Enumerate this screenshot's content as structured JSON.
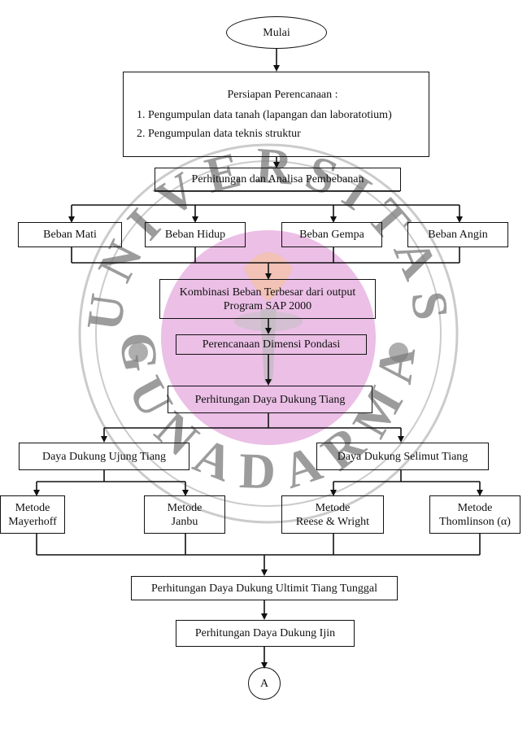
{
  "start": "Mulai",
  "persiapan": {
    "title": "Persiapan Perencanaan :",
    "items": [
      "1. Pengumpulan data tanah (lapangan dan laboratotium)",
      "2. Pengumpulan data teknis struktur"
    ]
  },
  "pembebanan": "Perhitungan dan Analisa Pembebanan",
  "beban": [
    "Beban Mati",
    "Beban Hidup",
    "Beban Gempa",
    "Beban Angin"
  ],
  "kombinasi": [
    "Kombinasi Beban Terbesar dari output",
    "Program SAP 2000"
  ],
  "dimensi": "Perencanaan Dimensi Pondasi",
  "daya_dukung": "Perhitungan Daya Dukung Tiang",
  "ujung": "Daya Dukung Ujung Tiang",
  "selimut": "Daya Dukung Selimut Tiang",
  "metode": [
    [
      "Metode",
      "Mayerhoff"
    ],
    [
      "Metode",
      "Janbu"
    ],
    [
      "Metode",
      "Reese & Wright"
    ],
    [
      "Metode",
      "Thomlinson (α)"
    ]
  ],
  "ultimit": "Perhitungan Daya Dukung Ultimit Tiang Tunggal",
  "ijin": "Perhitungan Daya Dukung Ijin",
  "connector": "A",
  "watermark": {
    "top_text": "UNIVERSITAS",
    "bottom_text": "GUNADARMA",
    "ring_color": "#8a8a8a",
    "center_color": "#e6b3e0"
  }
}
